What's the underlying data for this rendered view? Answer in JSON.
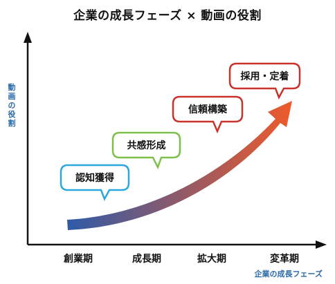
{
  "title": "企業の成長フェーズ × 動画の役割",
  "y_axis_label": "動画の役割",
  "x_axis_label": "企業の成長フェーズ",
  "phases": [
    "創業期",
    "成長期",
    "拡大期",
    "変革期"
  ],
  "bubbles": [
    {
      "label": "認知獲得",
      "color": "#2aa7dd"
    },
    {
      "label": "共感形成",
      "color": "#7cc04b"
    },
    {
      "label": "信頼構築",
      "color": "#c8322b"
    },
    {
      "label": "採用・定着",
      "color": "#c8322b"
    }
  ],
  "arrow_gradient": {
    "start": "#2f5aa8",
    "end": "#ef5a2a"
  }
}
